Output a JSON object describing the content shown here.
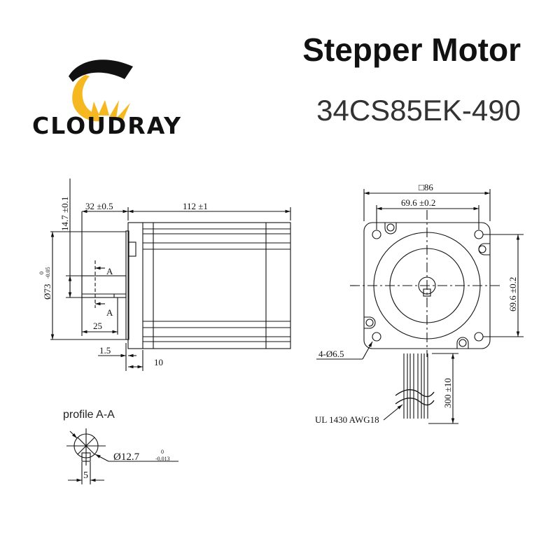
{
  "header": {
    "brand": "CLOUDRAY",
    "title": "Stepper Motor",
    "model": "34CS85EK-490"
  },
  "colors": {
    "logo_yellow": "#F5B820",
    "logo_black": "#111111",
    "line": "#111111"
  },
  "side_view": {
    "shaft_length": "32 ±0.5",
    "body_length": "112 ±1",
    "boss_offset": "14.7 ±0.1",
    "pilot_diameter": "Ø73",
    "pilot_tol_upper": "0",
    "pilot_tol_lower": "-0.05",
    "flat_length": "25",
    "flange_gap": "1.5",
    "flange_thickness": "10",
    "section_mark_top": "A",
    "section_mark_bottom": "A"
  },
  "front_view": {
    "frame_size": "□86",
    "hole_spacing_h": "69.6 ±0.2",
    "hole_spacing_v": "69.6 ±0.2",
    "mount_holes": "4-Ø6.5",
    "lead_length": "300 ±10",
    "wire_spec": "UL 1430 AWG18"
  },
  "profile": {
    "label": "profile A-A",
    "shaft_diameter": "Ø12.7",
    "shaft_tol_upper": "0",
    "shaft_tol_lower": "-0.013",
    "flat_width": "5"
  }
}
